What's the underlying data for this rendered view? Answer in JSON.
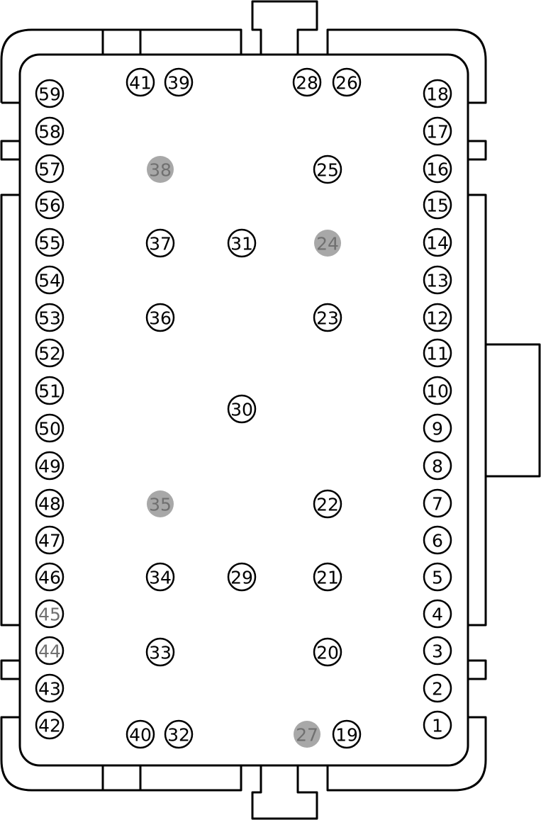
{
  "colors": {
    "stroke": "#000000",
    "background": "#ffffff",
    "unused_fill": "#a8a8a8",
    "unused_text": "#707070"
  },
  "pins": [
    {
      "label": "1",
      "state": "normal"
    },
    {
      "label": "2",
      "state": "normal"
    },
    {
      "label": "3",
      "state": "normal"
    },
    {
      "label": "4",
      "state": "normal"
    },
    {
      "label": "5",
      "state": "normal"
    },
    {
      "label": "6",
      "state": "normal"
    },
    {
      "label": "7",
      "state": "normal"
    },
    {
      "label": "8",
      "state": "normal"
    },
    {
      "label": "9",
      "state": "normal"
    },
    {
      "label": "10",
      "state": "normal"
    },
    {
      "label": "11",
      "state": "normal"
    },
    {
      "label": "12",
      "state": "normal"
    },
    {
      "label": "13",
      "state": "normal"
    },
    {
      "label": "14",
      "state": "normal"
    },
    {
      "label": "15",
      "state": "normal"
    },
    {
      "label": "16",
      "state": "normal"
    },
    {
      "label": "17",
      "state": "normal"
    },
    {
      "label": "18",
      "state": "normal"
    },
    {
      "label": "19",
      "state": "normal"
    },
    {
      "label": "20",
      "state": "normal"
    },
    {
      "label": "21",
      "state": "normal"
    },
    {
      "label": "22",
      "state": "normal"
    },
    {
      "label": "23",
      "state": "normal"
    },
    {
      "label": "24",
      "state": "unused"
    },
    {
      "label": "25",
      "state": "normal"
    },
    {
      "label": "26",
      "state": "normal"
    },
    {
      "label": "27",
      "state": "unused"
    },
    {
      "label": "28",
      "state": "normal"
    },
    {
      "label": "29",
      "state": "normal"
    },
    {
      "label": "30",
      "state": "normal"
    },
    {
      "label": "31",
      "state": "normal"
    },
    {
      "label": "32",
      "state": "normal"
    },
    {
      "label": "33",
      "state": "normal"
    },
    {
      "label": "34",
      "state": "normal"
    },
    {
      "label": "35",
      "state": "unused"
    },
    {
      "label": "36",
      "state": "normal"
    },
    {
      "label": "37",
      "state": "normal"
    },
    {
      "label": "38",
      "state": "unused"
    },
    {
      "label": "39",
      "state": "normal"
    },
    {
      "label": "40",
      "state": "normal"
    },
    {
      "label": "41",
      "state": "normal"
    },
    {
      "label": "42",
      "state": "normal"
    },
    {
      "label": "43",
      "state": "normal"
    },
    {
      "label": "44",
      "state": "grey-label"
    },
    {
      "label": "45",
      "state": "grey-label"
    },
    {
      "label": "46",
      "state": "normal"
    },
    {
      "label": "47",
      "state": "normal"
    },
    {
      "label": "48",
      "state": "normal"
    },
    {
      "label": "49",
      "state": "normal"
    },
    {
      "label": "50",
      "state": "normal"
    },
    {
      "label": "51",
      "state": "normal"
    },
    {
      "label": "52",
      "state": "normal"
    },
    {
      "label": "53",
      "state": "normal"
    },
    {
      "label": "54",
      "state": "normal"
    },
    {
      "label": "55",
      "state": "normal"
    },
    {
      "label": "56",
      "state": "normal"
    },
    {
      "label": "57",
      "state": "normal"
    },
    {
      "label": "58",
      "state": "normal"
    },
    {
      "label": "59",
      "state": "normal"
    }
  ]
}
